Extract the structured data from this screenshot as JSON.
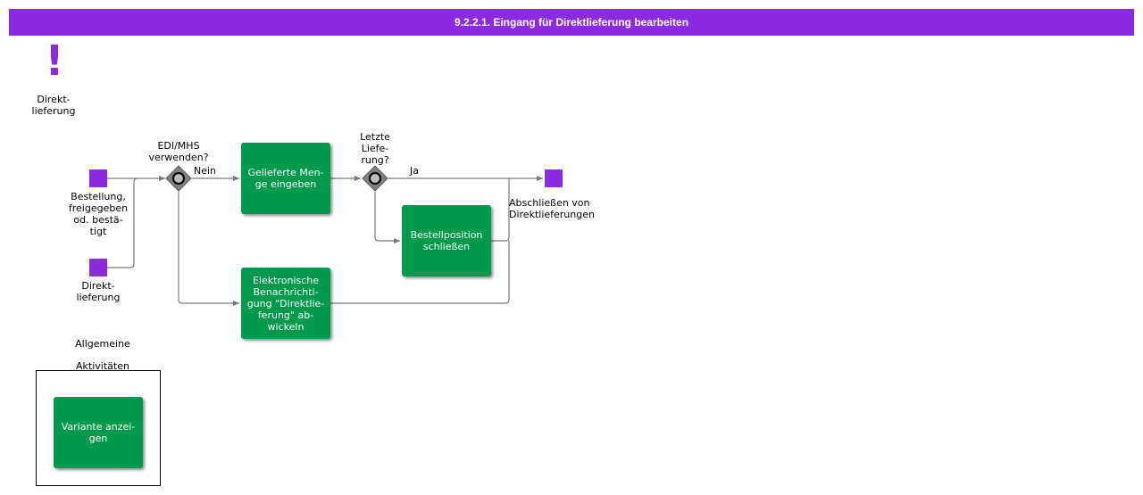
{
  "header": {
    "title": "9.2.2.1. Eingang für Direktlieferung bearbeiten"
  },
  "legend": {
    "event_label": "Direkt-\nlieferung"
  },
  "events": {
    "start_order": "Bestellung,\nfreigegeben\nod. bestä-\ntigt",
    "start_direct": "Direkt-\nlieferung",
    "end": "Abschließen    von\nDirektlieferungen"
  },
  "gateways": {
    "edi_question": "EDI/MHS\nverwenden?",
    "edi_no": "Nein",
    "last_question": "Letzte\nLiefe-\nrung?",
    "last_yes": "Ja"
  },
  "tasks": {
    "enter_quantity": "Gelieferte Men-\nge eingeben",
    "close_position": "Bestellposition\nschließen",
    "electronic_notice": "Elektronische\nBenachrichti-\ngung \"Direktlie-\nferung\" ab-\nwickeln",
    "show_variant": "Variante anzei-\ngen"
  },
  "general_activities": {
    "line1": "Allgemeine",
    "line2": "Aktivitäten"
  },
  "colors": {
    "accent": "#8a2be2",
    "task": "#009a4c",
    "gateway": "#808080"
  }
}
